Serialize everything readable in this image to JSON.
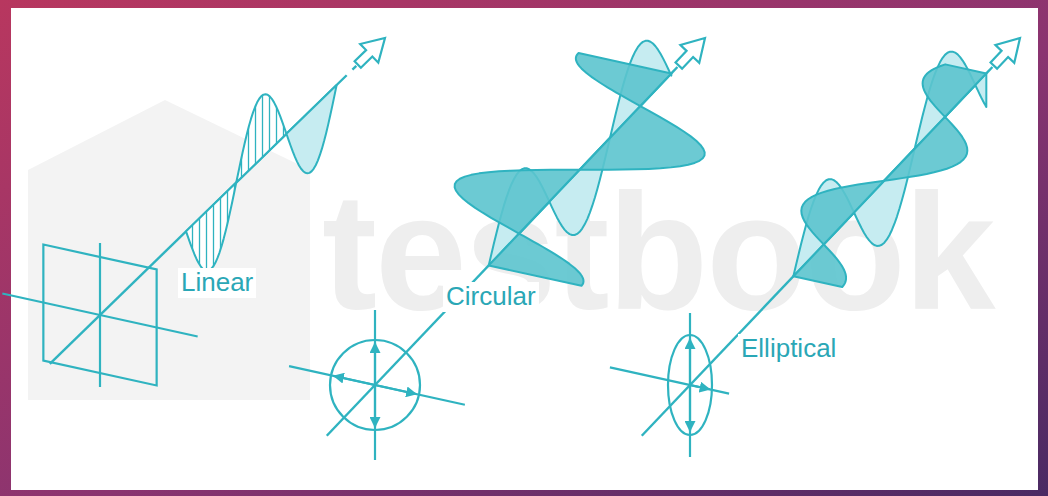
{
  "diagram": {
    "labels": [
      "Linear",
      "Circular",
      "Elliptical",
      "testbook"
    ]
  }
}
